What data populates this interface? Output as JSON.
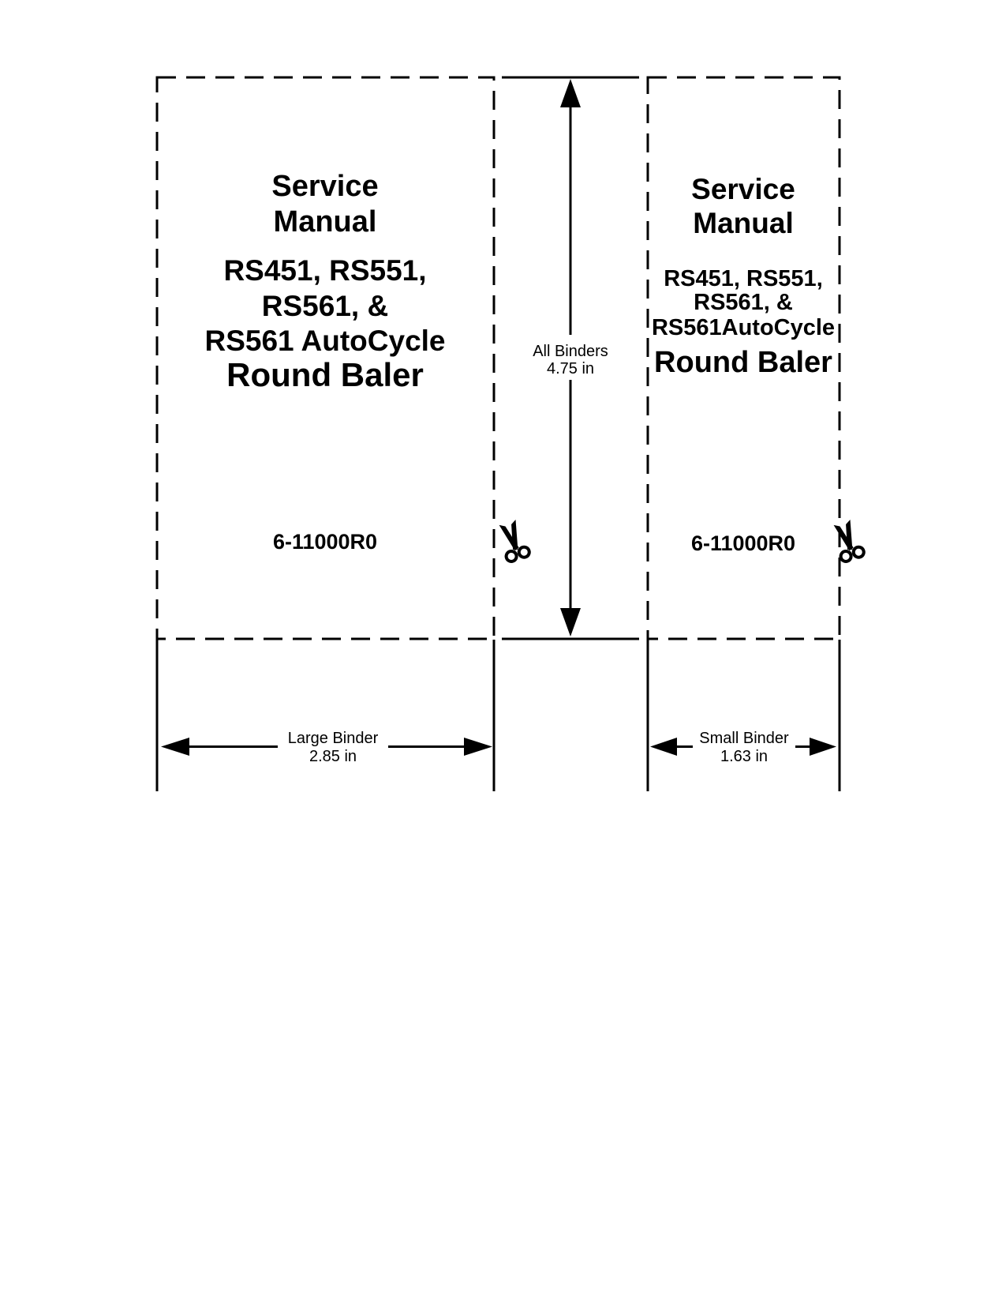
{
  "page": {
    "background_color": "#ffffff",
    "ink_color": "#000000"
  },
  "large_binder_label": {
    "title_line1": "Service",
    "title_line2": "Manual",
    "model_line1": "RS451, RS551,",
    "model_line2": "RS561, &",
    "model_line3": "RS561 AutoCycle",
    "product": "Round Baler",
    "part_number": "6-11000R0"
  },
  "small_binder_label": {
    "title_line1": "Service",
    "title_line2": "Manual",
    "model_line1": "RS451, RS551,",
    "model_line2": "RS561, &",
    "model_line3": "RS561AutoCycle",
    "product": "Round Baler",
    "part_number": "6-11000R0"
  },
  "dimensions": {
    "all_binders": {
      "label": "All Binders",
      "value": "4.75 in"
    },
    "large_binder": {
      "label": "Large Binder",
      "value": "2.85 in"
    },
    "small_binder": {
      "label": "Small Binder",
      "value": "1.63 in"
    }
  }
}
